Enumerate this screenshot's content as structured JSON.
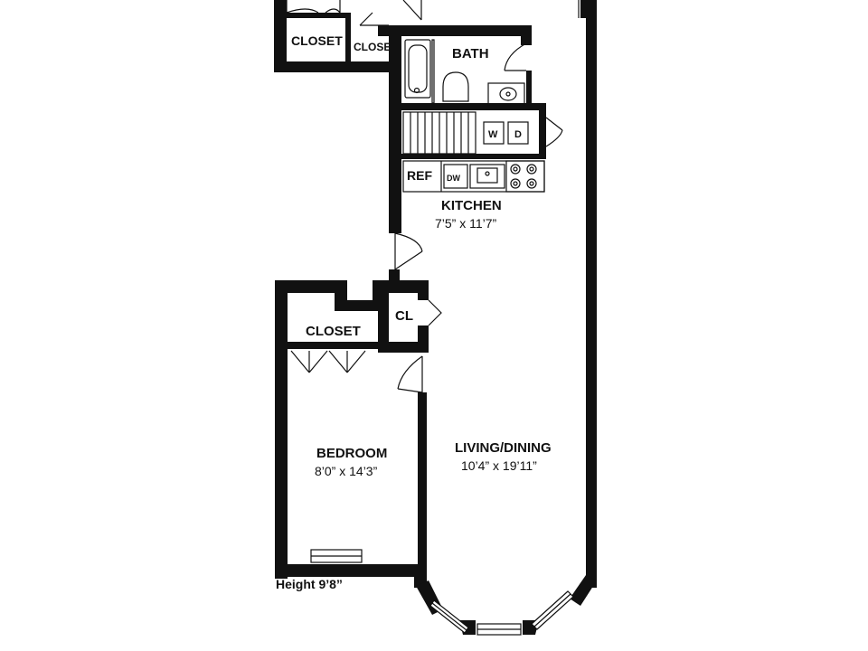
{
  "rooms": {
    "closet_left": "CLOSET",
    "closet_small": "CLOSET",
    "bath": "BATH",
    "washer": "W",
    "dryer": "D",
    "ref": "REF",
    "dishwasher": "DW",
    "kitchen": {
      "name": "KITCHEN",
      "dims": "7’5” x 11’7”"
    },
    "cl": "CL",
    "closet_bedroom": "CLOSET",
    "bedroom": {
      "name": "BEDROOM",
      "dims": "8’0” x 14’3”"
    },
    "living": {
      "name": "LIVING/DINING",
      "dims": "10’4” x 19’11”"
    }
  },
  "height_note": "Height 9’8”",
  "colors": {
    "wall": "#111111",
    "background": "#ffffff"
  }
}
